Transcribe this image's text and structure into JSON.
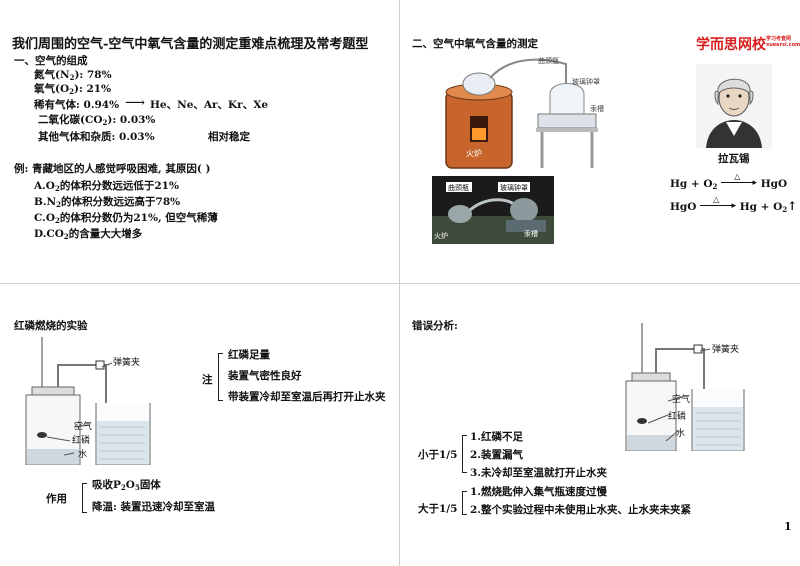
{
  "p1": {
    "title": "我们周围的空气-空气中氧气含量的测定重难点梳理及常考题型",
    "section": "一、空气的组成",
    "n2_label": "氮气(N",
    "n2_sub": "2",
    "n2_val": "): 78%",
    "o2_label": "氧气(O",
    "o2_sub": "2",
    "o2_val": "): 21%",
    "rare_label": "稀有气体: 0.94%",
    "rare_list": "He、Ne、Ar、Kr、Xe",
    "co2_label": "二氧化碳(CO",
    "co2_sub": "2",
    "co2_val": "): 0.03%",
    "other_label": "其他气体和杂质: 0.03%",
    "stable": "相对稳定",
    "q": "例: 青藏地区的人感觉呼吸困难, 其原因(        )",
    "optA_pre": "A.O",
    "optA_sub": "2",
    "optA_post": "的体积分数远远低于21%",
    "optB_pre": "B.N",
    "optB_sub": "2",
    "optB_post": "的体积分数远远高于78%",
    "optC_pre": "C.O",
    "optC_sub": "2",
    "optC_post": "的体积分数仍为21%, 但空气稀薄",
    "optD_pre": "D.CO",
    "optD_sub": "2",
    "optD_post": "的含量大大增多"
  },
  "p2": {
    "title": "二、空气中氧气含量的测定",
    "logo": "学而思网校",
    "logo_small": "学习考查网 xueersi.com",
    "label_flask": "曲颈甑",
    "label_bell": "玻璃钟罩",
    "label_trough": "汞槽",
    "label_furnace": "火炉",
    "photo_label1": "曲颈瓶",
    "photo_label2": "玻璃钟罩",
    "photo_label3": "汞槽",
    "photo_label4": "火炉",
    "person": "拉瓦锡",
    "eq1_left": "Hg + O",
    "eq1_sub": "2",
    "eq1_cond": "△",
    "eq1_right": "HgO",
    "eq2_left": "HgO",
    "eq2_cond": "△",
    "eq2_right": "Hg + O",
    "eq2_sub": "2"
  },
  "p3": {
    "title": "红磷燃烧的实验",
    "clamp": "弹簧夹",
    "air": "空气",
    "phos": "红磷",
    "water": "水",
    "note": "注",
    "notes": [
      "红磷足量",
      "装置气密性良好",
      "带装置冷却至室温后再打开止水夹"
    ],
    "func": "作用",
    "func1_pre": "吸收P",
    "func1_sub1": "2",
    "func1_mid": "O",
    "func1_sub2": "5",
    "func1_post": "固体",
    "func2": "降温: 装置迅速冷却至室温"
  },
  "p4": {
    "title": "错误分析:",
    "clamp": "弹簧夹",
    "air": "空气",
    "phos": "红磷",
    "water": "水",
    "less": "小于1/5",
    "less_items": [
      "1.红磷不足",
      "2.装置漏气",
      "3.未冷却至室温就打开止水夹"
    ],
    "more": "大于1/5",
    "more_items": [
      "1.燃烧匙伸入集气瓶速度过慢",
      "2.整个实验过程中未使用止水夹、止水夹未夹紧"
    ],
    "page": "1"
  },
  "colors": {
    "logo": "#d81e1e",
    "copper": "#c8652d",
    "photo_bg": "#1b1b1b"
  }
}
